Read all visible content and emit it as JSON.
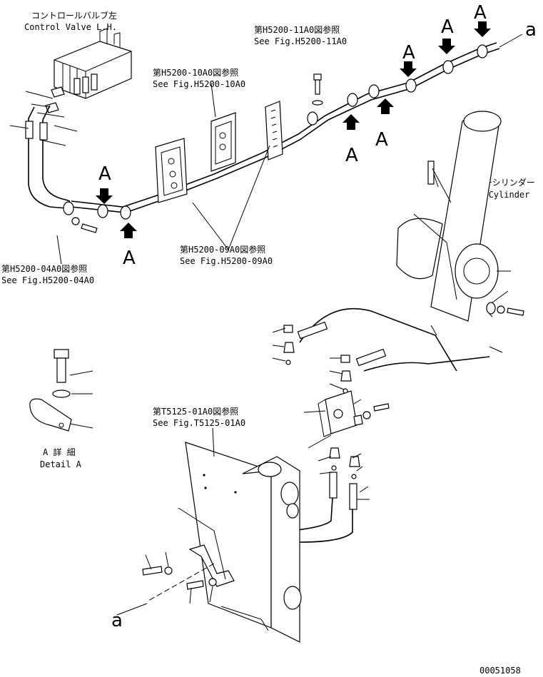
{
  "labels": {
    "control_valve_jp": "コントロールバルブ左",
    "control_valve_en": "Control Valve L.H.",
    "ref_11_jp": "第H5200-11A0図参照",
    "ref_11_en": "See Fig.H5200-11A0",
    "ref_10_jp": "第H5200-10A0図参照",
    "ref_10_en": "See Fig.H5200-10A0",
    "ref_09_jp": "第H5200-09A0図参照",
    "ref_09_en": "See Fig.H5200-09A0",
    "ref_04_jp": "第H5200-04A0図参照",
    "ref_04_en": "See Fig.H5200-04A0",
    "ref_t5125_jp": "第T5125-01A0図参照",
    "ref_t5125_en": "See Fig.T5125-01A0",
    "ripper_jp": "リッパーシリンダー",
    "ripper_en": "Ripper Cylinder",
    "detail_jp": "A 詳 細",
    "detail_en": "Detail A",
    "marker_a_upper": "A",
    "marker_a_lower": "a",
    "drawing_number": "00051058"
  }
}
